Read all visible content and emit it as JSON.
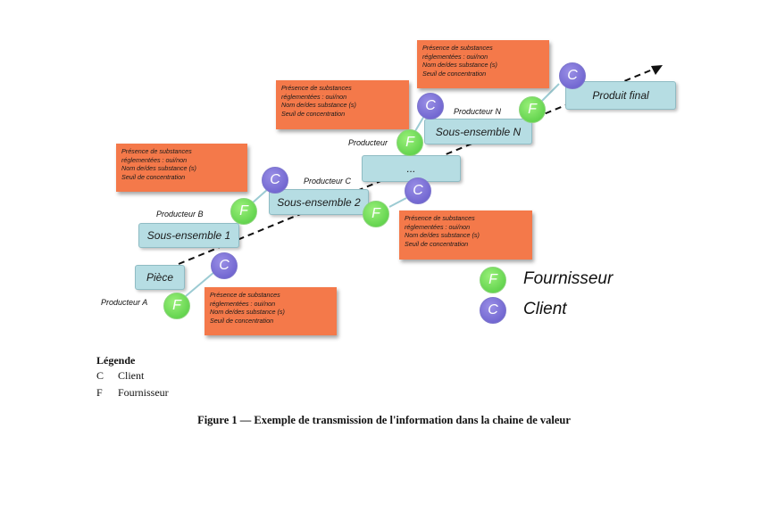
{
  "diagram": {
    "boxes": {
      "piece": "Pièce",
      "sous_ensemble_1": "Sous-ensemble 1",
      "sous_ensemble_2": "Sous-ensemble  2",
      "dots": "...",
      "sous_ensemble_n": "Sous-ensemble  N",
      "produit_final": "Produit final"
    },
    "producers": {
      "a": "Producteur A",
      "b": "Producteur  B",
      "c": "Producteur C",
      "n": "Producteur N",
      "partial": "Producteur"
    },
    "note_lines": [
      "Présence de substances",
      "réglementées : oui/non",
      "Nom de/des substance (s)",
      "Seuil de concentration"
    ],
    "circle_f": "F",
    "circle_c": "C",
    "legend_right": {
      "fournisseur": "Fournisseur",
      "client": "Client"
    }
  },
  "legend": {
    "title": "Légende",
    "items": [
      {
        "key": "C",
        "label": "Client"
      },
      {
        "key": "F",
        "label": "Fournisseur"
      }
    ]
  },
  "caption": "Figure 1 — Exemple de transmission de l'information dans la chaine de valeur",
  "colors": {
    "box_fill": "#b6dde3",
    "note_fill": "#f4794a",
    "fournisseur_circle": "#5fcf4a",
    "client_circle": "#6a5fcf"
  }
}
